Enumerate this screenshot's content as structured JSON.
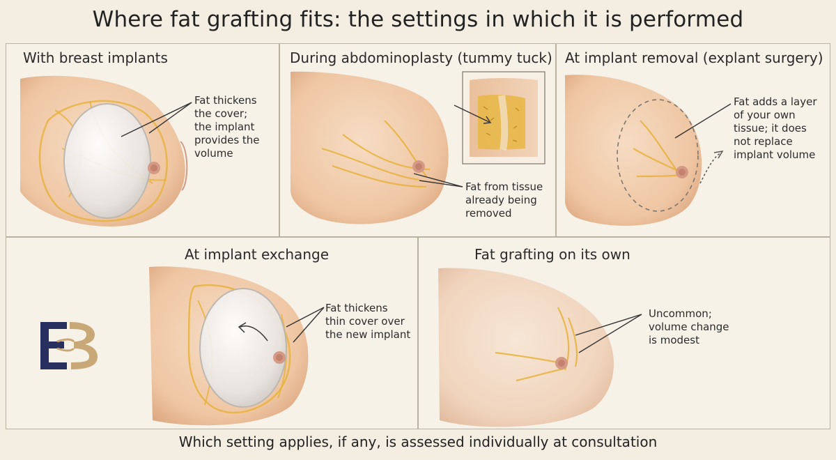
{
  "title": "Where fat grafting fits: the settings in which it is performed",
  "footer": "Which setting applies, if any, is assessed individually at consultation",
  "colors": {
    "background": "#f3eee1",
    "skin": "#f0c9a8",
    "skin_shadow": "#dba67f",
    "fat": "#e6b23a",
    "implant": "#ece9e6",
    "logo_navy": "#27305e",
    "logo_gold": "#c9a878"
  },
  "panels": {
    "implants": {
      "title": "With breast implants",
      "callout": [
        "Fat thickens",
        "the cover;",
        "the implant",
        "provides the",
        "volume"
      ]
    },
    "abdominoplasty": {
      "title": "During abdominoplasty (tummy tuck)",
      "callout": [
        "Fat from tissue",
        "already being",
        "removed"
      ]
    },
    "explant": {
      "title": "At implant removal (explant surgery)",
      "callout": [
        "Fat adds a layer",
        "of your own",
        "tissue; it does",
        "not replace",
        "implant volume"
      ]
    },
    "exchange": {
      "title": "At implant exchange",
      "callout": [
        "Fat thickens",
        "thin cover over",
        "the new implant"
      ]
    },
    "own": {
      "title": "Fat grafting on its own",
      "callout": [
        "Uncommon;",
        "volume change",
        "is modest"
      ]
    }
  }
}
